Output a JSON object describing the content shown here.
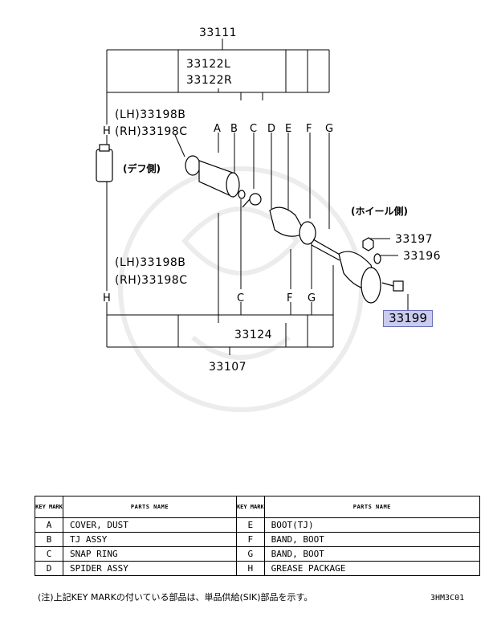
{
  "diagram": {
    "numbers": {
      "assy_top": "33111",
      "joint_left": "33122L",
      "joint_right": "33122R",
      "lh_top": "(LH)33198B",
      "rh_top": "(RH)33198C",
      "lh_bottom": "(LH)33198B",
      "rh_bottom": "(RH)33198C",
      "nut": "33197",
      "washer": "33196",
      "bolt": "33199",
      "kit": "33124",
      "shaft": "33107"
    },
    "letters": {
      "h_top": "H",
      "a": "A",
      "b": "B",
      "c_top": "C",
      "d": "D",
      "e": "E",
      "f_top": "F",
      "g_top": "G",
      "h_bottom": "H",
      "c_bottom": "C",
      "f_bottom": "F",
      "g_bottom": "G"
    },
    "side_labels": {
      "diff_side": "(デフ側)",
      "wheel_side": "(ホイール側)"
    }
  },
  "table": {
    "header": {
      "key_mark": "KEY MARK",
      "parts_name": "PARTS NAME"
    },
    "rows": [
      {
        "key1": "A",
        "name1": "COVER, DUST",
        "key2": "E",
        "name2": "BOOT(TJ)"
      },
      {
        "key1": "B",
        "name1": "TJ ASSY",
        "key2": "F",
        "name2": "BAND, BOOT"
      },
      {
        "key1": "C",
        "name1": "SNAP RING",
        "key2": "G",
        "name2": "BAND, BOOT"
      },
      {
        "key1": "D",
        "name1": "SPIDER ASSY",
        "key2": "H",
        "name2": "GREASE PACKAGE"
      }
    ]
  },
  "note": "(注)上記KEY MARKの付いている部品は、単品供給(SIK)部品を示す。",
  "figure_code": "3HM3C01",
  "colors": {
    "highlight_fill": "#c9cbef",
    "highlight_border": "#6b6fb8"
  }
}
